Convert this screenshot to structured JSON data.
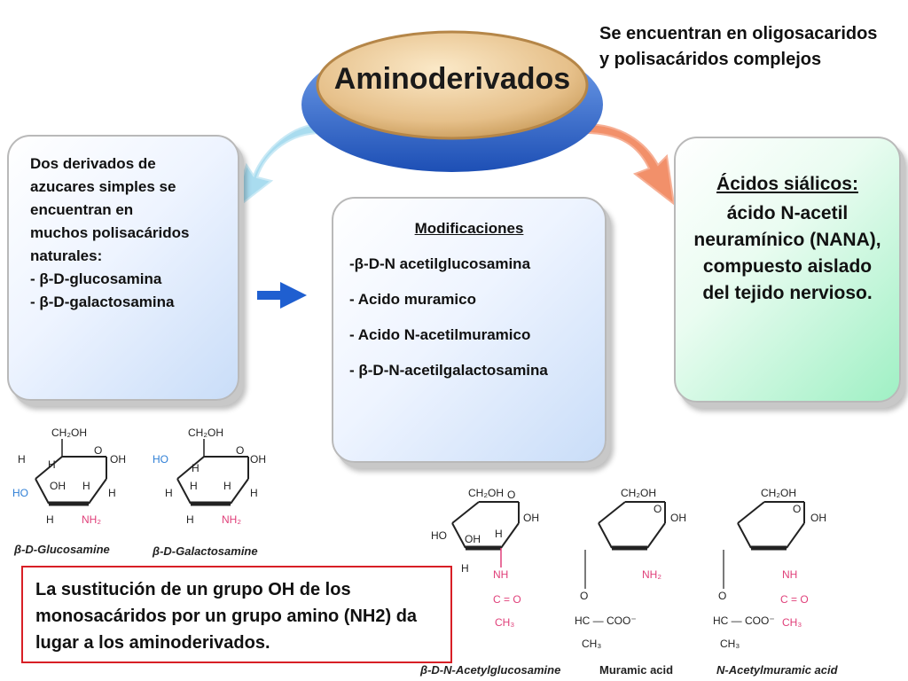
{
  "hub": {
    "title": "Aminoderivados"
  },
  "top_note": {
    "text": "Se encuentran en oligosacaridos y polisacáridos complejos"
  },
  "left_panel": {
    "lines": [
      "Dos derivados de",
      "azucares simples se",
      "encuentran en",
      "muchos polisacáridos",
      "naturales:",
      "- β-D-glucosamina",
      "- β-D-galactosamina"
    ]
  },
  "middle_panel": {
    "heading": "Modificaciones",
    "items": [
      "-β-D-N acetilglucosamina",
      "- Acido muramico",
      "- Acido N-acetilmuramico",
      "- β-D-N-acetilgalactosamina"
    ]
  },
  "right_panel": {
    "heading": "Ácidos siálicos:",
    "body": "ácido N-acetil neuramínico (NANA), compuesto aislado del tejido nervioso."
  },
  "definition_box": {
    "text": "La sustitución de un grupo OH de los monosacáridos por un grupo amino (NH2) da lugar a los aminoderivados."
  },
  "molecules": {
    "glucosamine": "β-D-Glucosamine",
    "galactosamine": "β-D-Galactosamine",
    "acetylglucosamine": "β-D-N-Acetylglucosamine",
    "muramic": "Muramic acid",
    "acetylmuramic": "N-Acetylmuramic acid"
  },
  "colors": {
    "hub_outer": "#2f62c6",
    "hub_inner": "#e9c58c",
    "arrow_left": "#a9dcef",
    "arrow_right": "#f2906a",
    "arrow_small": "#1f5fd0",
    "definition_border": "#d81f26",
    "pink_group": "#e0407a",
    "blue_group": "#2f7fd6"
  }
}
